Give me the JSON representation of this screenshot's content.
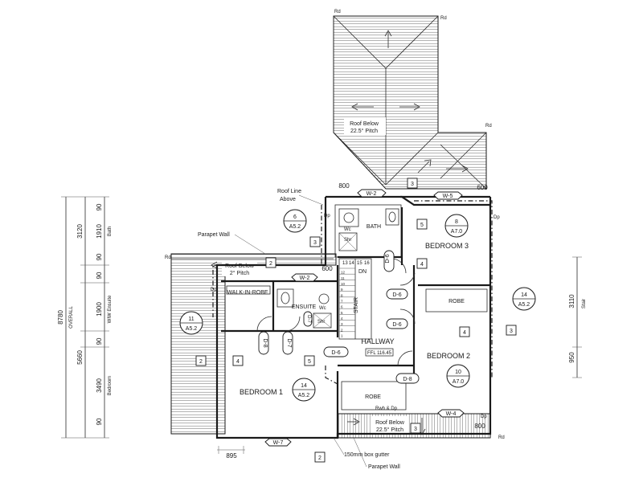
{
  "rooms": {
    "bedroom1": "BEDROOM 1",
    "bedroom2": "BEDROOM 2",
    "bedroom3": "BEDROOM 3",
    "hallway": "HALLWAY",
    "ensuite": "ENSUITE",
    "walk_in_robe": "WALK-IN-ROBE",
    "bath": "BATH",
    "robe_upper": "ROBE",
    "robe_lower": "ROBE",
    "stair": "STAIR",
    "dn": "DN",
    "shr_bath": "Shr",
    "shr_ensuite": "Shr",
    "wc_bath": "Wc",
    "wc_ensuite": "Wc",
    "ffl": "FFL 116.45"
  },
  "notes": {
    "roof_below_top_1": "Roof Below",
    "roof_below_top_2": "22.5° Pitch",
    "roof_below_left_1": "Roof Below",
    "roof_below_left_2": "2° Pitch",
    "roof_below_bottom_1": "Roof Below",
    "roof_below_bottom_2": "22.5° Pitch",
    "roof_line_1": "Roof Line",
    "roof_line_2": "Above",
    "parapet_top": "Parapet Wall",
    "parapet_bottom": "Parapet Wall",
    "box_gutter": "150mm box gutter",
    "rwh_dp": "Rwh & Dp",
    "rd_1": "Rd",
    "rd_2": "Rd",
    "rd_3": "Rd",
    "rd_4": "Rd",
    "rd_5": "Rd",
    "dp_1": "Dp",
    "dp_2": "Dp",
    "dp_3": "Dp",
    "dp_4": "Dp"
  },
  "windows": {
    "w2_top": "W-2",
    "w5": "W-5",
    "w2_left": "W-2",
    "w4": "W-4",
    "w7": "W-7"
  },
  "doors": {
    "d1": "D-6",
    "d2": "D-6",
    "d3": "D-6",
    "d4": "D-6",
    "d5": "D-8",
    "d6": "D-8",
    "d7": "D-7",
    "d8": "D-7"
  },
  "section_tags": {
    "t1": "3",
    "t2": "5",
    "t3": "3",
    "t4": "4",
    "t5": "2",
    "t6": "5",
    "t7": "4",
    "t8": "3",
    "t9": "2",
    "t10": "4",
    "t11": "5",
    "t12": "3",
    "t13": "2"
  },
  "callouts": {
    "c6_top": "6",
    "c6_bot": "A5.2",
    "c8_top": "8",
    "c8_bot": "A7.0",
    "c11_top": "11",
    "c11_bot": "A5.2",
    "c14a_top": "14",
    "c14a_bot": "A5.2",
    "c14b_top": "14",
    "c14b_bot": "A5.2",
    "c10_top": "10",
    "c10_bot": "A7.0"
  },
  "dimensions": {
    "overall": "8780",
    "overall_label": "OVERALL",
    "d3120": "3120",
    "d1910": "1910",
    "d90a": "90",
    "d90b": "90",
    "d90c": "90",
    "d90d": "90",
    "d90e": "90",
    "d1900": "1900",
    "d5660": "5660",
    "d3490": "3490",
    "bath_label": "Bath",
    "wiw_label": "WIW Ensuite",
    "bedroom_label": "Bedroom",
    "d800a": "800",
    "d800b": "800",
    "d600a": "600",
    "d600b": "600",
    "d895": "895",
    "d3110": "3110",
    "d950": "950",
    "stair_label": "Stair",
    "stair_steps": [
      "13",
      "14",
      "15",
      "16",
      "12",
      "11",
      "10",
      "9",
      "8",
      "7",
      "6",
      "5",
      "4",
      "3",
      "2",
      "1"
    ]
  }
}
